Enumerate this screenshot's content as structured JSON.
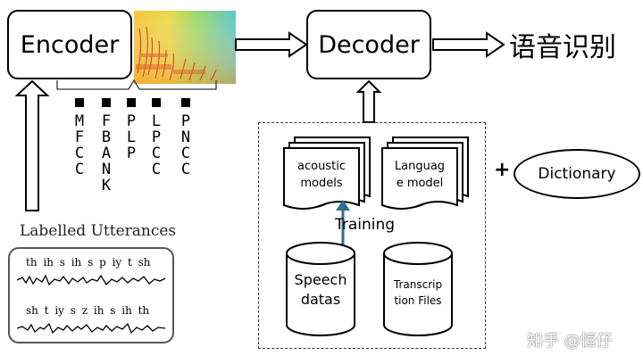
{
  "encoder": {
    "label": "Encoder"
  },
  "decoder": {
    "label": "Decoder"
  },
  "output": {
    "label": "语音识别"
  },
  "features": [
    "MFCC",
    "FBANK",
    "PLP",
    "LPCC",
    "PNCC"
  ],
  "models": {
    "acoustic": [
      "acoustic",
      "models"
    ],
    "language": [
      "Languag",
      "e model"
    ]
  },
  "training_label": "Training",
  "data_sources": {
    "speech": [
      "Speech",
      "datas"
    ],
    "transcription": [
      "Transcrip",
      "tion Files"
    ]
  },
  "plus": "+",
  "dictionary": "Dictionary",
  "utterances": {
    "title": "Labelled Utterances",
    "line1": "th ih s ih s p iy t sh",
    "line2": "sh t iy s z ih s ih th"
  },
  "watermark": "知乎 @恒仔",
  "colors": {
    "training_arrow": "#2e6e8e"
  }
}
